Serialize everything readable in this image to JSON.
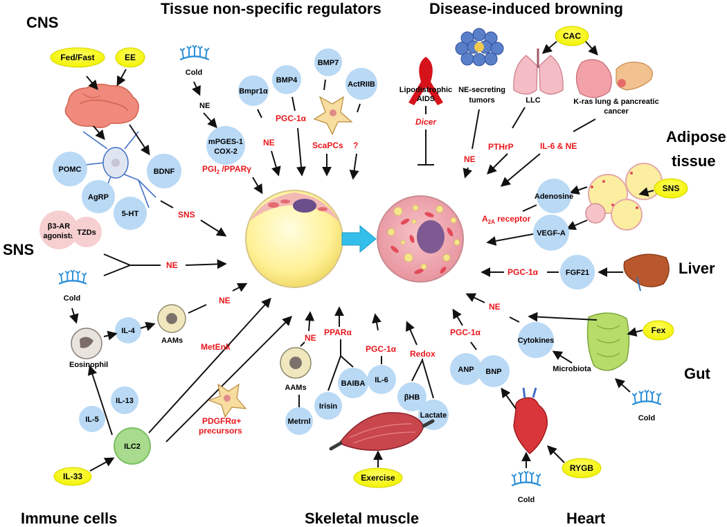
{
  "headings": {
    "cns": "CNS",
    "tissue": "Tissue non-specific regulators",
    "disease": "Disease-induced browning",
    "adipose_l1": "Adipose",
    "adipose_l2": "tissue",
    "sns": "SNS",
    "liver": "Liver",
    "gut": "Gut",
    "immune": "Immune cells",
    "skeletal": "Skeletal muscle",
    "heart": "Heart"
  },
  "yellow_ovals": {
    "fedfast": "Fed/Fast",
    "ee": "EE",
    "cac": "CAC",
    "sns": "SNS",
    "fex": "Fex",
    "il33": "IL-33",
    "exercise": "Exercise",
    "rygb": "RYGB"
  },
  "blue_circles": {
    "pomc": "POMC",
    "agrp": "AgRP",
    "ht5": "5-HT",
    "bdnf": "BDNF",
    "bmpr1a": "Bmpr1α",
    "bmp4": "BMP4",
    "bmp7": "BMP7",
    "actriib": "ActRIIB",
    "mpges_l1": "mPGES-1",
    "mpges_l2": "COX-2",
    "adenosine": "Adenosine",
    "vegfa": "VEGF-A",
    "fgf21": "FGF21",
    "cytokines": "Cytokines",
    "il4": "IL-4",
    "il13": "IL-13",
    "il5": "IL-5",
    "irisin": "Irisin",
    "baiba": "BAIBA",
    "il6": "IL-6",
    "bhb": "βHB",
    "lactate": "Lactate",
    "metrnl": "Metrnl",
    "anp": "ANP",
    "bnp": "BNP"
  },
  "pink_circles": {
    "b3ar_l1": "β3-AR",
    "b3ar_l2": "agonists",
    "tzds": "TZDs"
  },
  "black_labels": {
    "cold_top": "Cold",
    "ne_top": "NE",
    "cold_sns": "Cold",
    "cold_gut": "Cold",
    "cold_heart": "Cold",
    "eosinophil": "Eosinophil",
    "aams_immune": "AAMs",
    "ilc2": "ILC2",
    "aams_muscle": "AAMs",
    "lipo_l1": "Lipodistrophic",
    "lipo_l2": "AIDS",
    "tumors_l1": "NE-secreting",
    "tumors_l2": "tumors",
    "llc": "LLC",
    "kras_l1": "K-ras lung & pancreatic",
    "kras_l2": "cancer",
    "microbiota": "Microbiota"
  },
  "red_labels": {
    "pgi2": "PGI",
    "pgi2_sub": "2",
    "pgi2_rest": " /PPARγ",
    "ne_bmp": "NE",
    "pgc_bmp4": "PGC-1α",
    "scapcs": "ScaPCs",
    "question": "?",
    "sns_cns": "SNS",
    "ne_sns": "NE",
    "ne_aams": "NE",
    "metenk": "MetEnk",
    "pdgfra_l1": "PDGFRα+",
    "pdgfra_l2": "precursors",
    "dicer": "Dicer",
    "ne_tumor": "NE",
    "pthrp": "PTHrP",
    "il6ne": "IL-6  & NE",
    "a2a": "A",
    "a2a_sub": "2A",
    "a2a_rest": " receptor",
    "pgc_liver": "PGC-1α",
    "ne_gut": "NE",
    "pgc_heart": "PGC-1α",
    "ne_muscle": "NE",
    "ppara": "PPARα",
    "pgc_muscle": "PGC-1α",
    "redox": "Redox"
  },
  "colors": {
    "blue_circle": "#b9d9f5",
    "pink_circle": "#f6cfd0",
    "yellow_oval": "#ffff00",
    "red_text": "#e8161b",
    "snowflake": "#2b8fd8",
    "arrow_fill": "#33bfea",
    "brown_cell": "#f2a7b0"
  }
}
